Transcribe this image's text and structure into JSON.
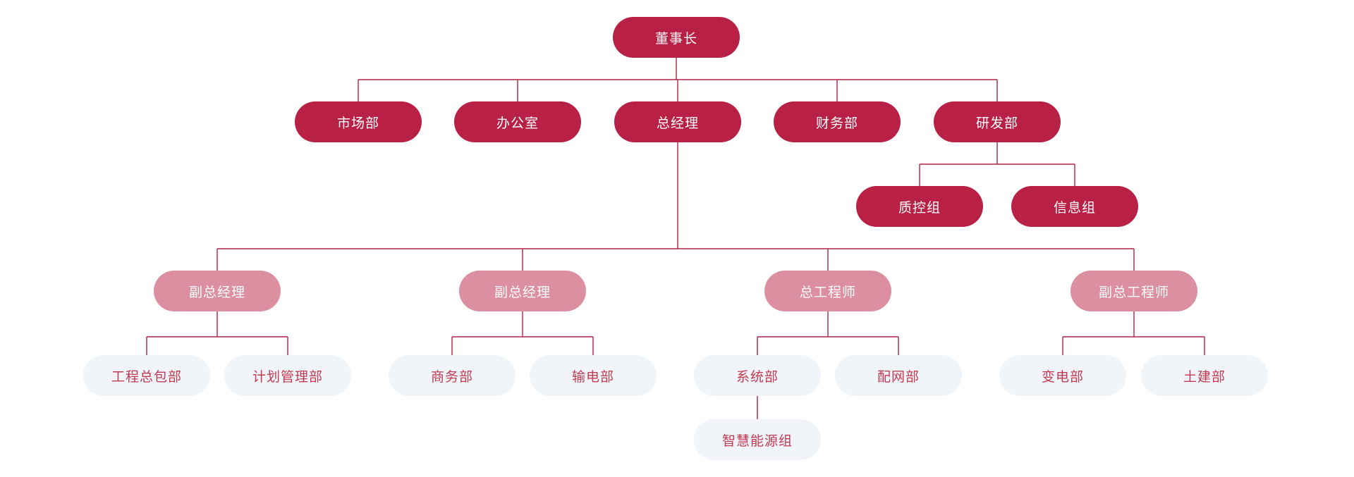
{
  "colors": {
    "primary": "#B92045",
    "secondary": "#DB8FA1",
    "light": "#F1F5F9",
    "light_text": "#C23A52",
    "line": "#B12346"
  },
  "tree": {
    "label": "董事长",
    "children": [
      {
        "label": "市场部"
      },
      {
        "label": "办公室"
      },
      {
        "label": "总经理",
        "children": [
          {
            "label": "副总经理",
            "children": [
              {
                "label": "工程总包部"
              },
              {
                "label": "计划管理部"
              }
            ]
          },
          {
            "label": "副总经理",
            "children": [
              {
                "label": "商务部"
              },
              {
                "label": "输电部"
              }
            ]
          },
          {
            "label": "总工程师",
            "children": [
              {
                "label": "系统部",
                "children": [
                  {
                    "label": "智慧能源组"
                  }
                ]
              },
              {
                "label": "配网部"
              }
            ]
          },
          {
            "label": "副总工程师",
            "children": [
              {
                "label": "变电部"
              },
              {
                "label": "土建部"
              }
            ]
          }
        ]
      },
      {
        "label": "财务部"
      },
      {
        "label": "研发部",
        "children": [
          {
            "label": "质控组"
          },
          {
            "label": "信息组"
          }
        ]
      }
    ]
  }
}
